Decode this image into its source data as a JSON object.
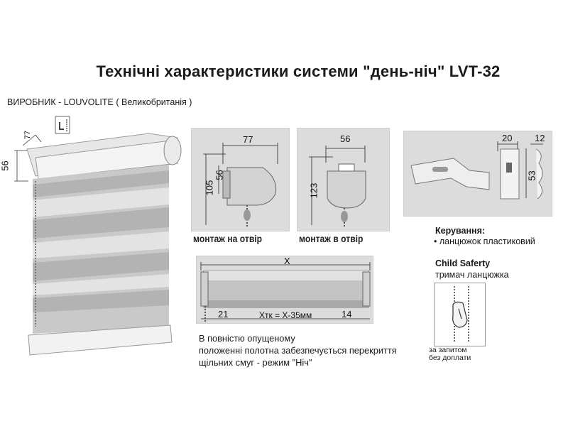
{
  "title": "Технічні характеристики системи \"день-ніч\" LVT-32",
  "manufacturer": "ВИРОБНИК -  LOUVOLITE ( Великобританія )",
  "blind_dims": {
    "depth": "77",
    "height": "56"
  },
  "mount_opening": {
    "width": "77",
    "height": "105",
    "bracket": "56",
    "caption": "монтаж на отвір"
  },
  "mount_in_opening": {
    "width": "56",
    "height": "123",
    "caption": "монтаж в отвір"
  },
  "bracket": {
    "width": "20",
    "depth": "12",
    "height": "53"
  },
  "tube": {
    "x_label": "X",
    "left": "21",
    "right": "14",
    "formula": "Xтк = X-35мм"
  },
  "control": {
    "title": "Керування:",
    "item": "• ланцюжок пластиковий"
  },
  "child_safety": {
    "title": "Child Saferty",
    "subtitle": "тримач ланцюжка",
    "note_line1": "за запитом",
    "note_line2": "без доплати"
  },
  "note": {
    "line1": "В повністю опущеному",
    "line2": "положенні полотна забезпечується перекриття",
    "line3": "щільних смуг - режим \"Ніч\""
  }
}
